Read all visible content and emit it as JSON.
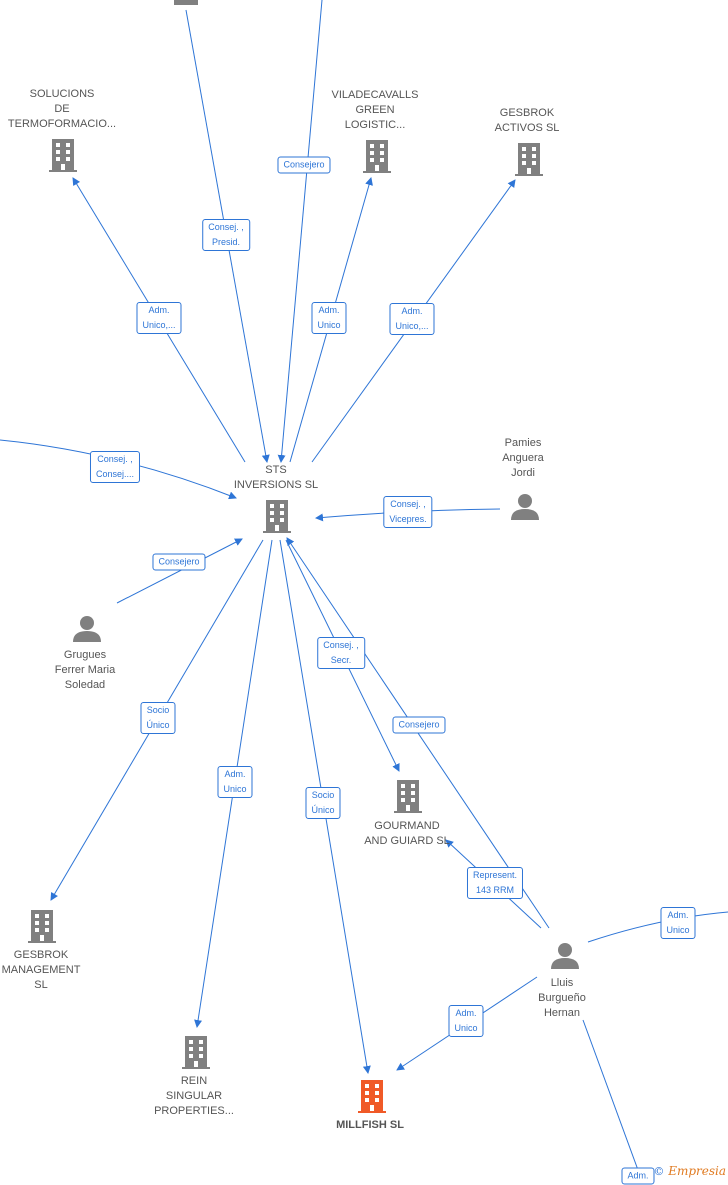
{
  "nodes": {
    "sts": "STS\nINVERSIONS SL",
    "solucions": "SOLUCIONS\nDE\nTERMOFORMACIO...",
    "viladecavalls": "VILADECAVALLS\nGREEN\nLOGISTIC...",
    "gesbrok_activos": "GESBROK\nACTIVOS  SL",
    "pamies": "Pamies\nAnguera\nJordi",
    "grugues": "Grugues\nFerrer Maria\nSoledad",
    "gesbrok_mgmt": "GESBROK\nMANAGEMENT\nSL",
    "rein": "REIN\nSINGULAR\nPROPERTIES...",
    "millfish": "MILLFISH  SL",
    "gourmand": "GOURMAND\nAND GUIARD SL",
    "lluis": "Lluis\nBurgueño\nHernan"
  },
  "edges": {
    "consej_presid": "Consej. ,\nPresid.",
    "consejero_top": "Consejero",
    "adm_unico_solucions": "Adm.\nUnico,...",
    "adm_unico_vila": "Adm.\nUnico",
    "adm_unico_gesbrok": "Adm.\nUnico,...",
    "consej_consej": "Consej. ,\nConsej....",
    "consej_vicepres": "Consej. ,\nVicepres.",
    "consejero_grugues": "Consejero",
    "socio_unico_mgmt": "Socio\nÚnico",
    "adm_unico_rein": "Adm.\nUnico",
    "socio_unico_millfish": "Socio\nÚnico",
    "consej_secr": "Consej. ,\nSecr.",
    "consejero_lluis": "Consejero",
    "represent": "Represent.\n143 RRM",
    "adm_unico_lluis_millfish": "Adm.\nUnico",
    "adm_unico_right": "Adm.\nUnico",
    "adm_bottom": "Adm."
  },
  "watermark": {
    "copyright": "©",
    "brand": "Empresia"
  },
  "colors": {
    "edge": "#2e75d6",
    "company_icon": "#808080",
    "focus_icon": "#f05a28",
    "person_icon": "#808080"
  }
}
